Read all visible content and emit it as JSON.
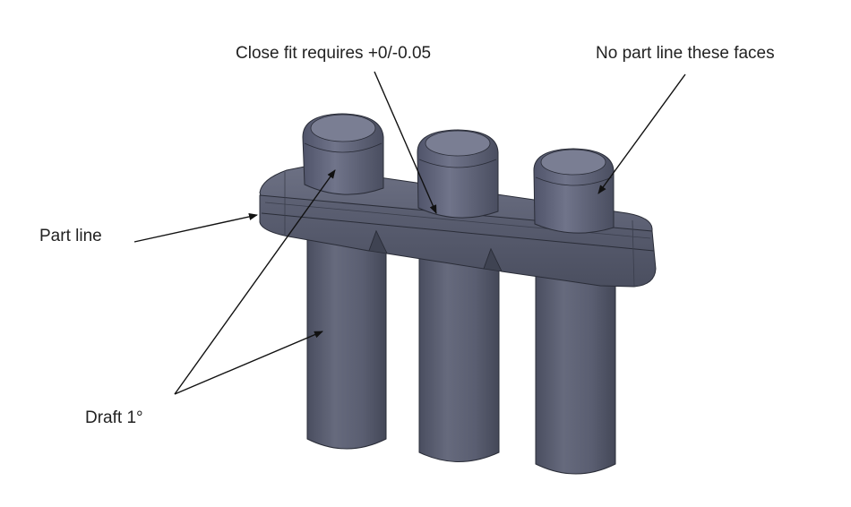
{
  "annotations": {
    "tolerance": "Close fit requires +0/-0.05",
    "no_part_line": "No part line these faces",
    "part_line": "Part line",
    "draft": "Draft 1°"
  },
  "colors": {
    "background": "#ffffff",
    "part_body": "#575b6d",
    "part_dark": "#45495a",
    "part_light": "#6f7386",
    "edge_line": "#2a2d38",
    "callout_text": "#222222",
    "leader_line": "#111111"
  },
  "icons": {
    "leader_arrowhead": "filled-triangle"
  }
}
